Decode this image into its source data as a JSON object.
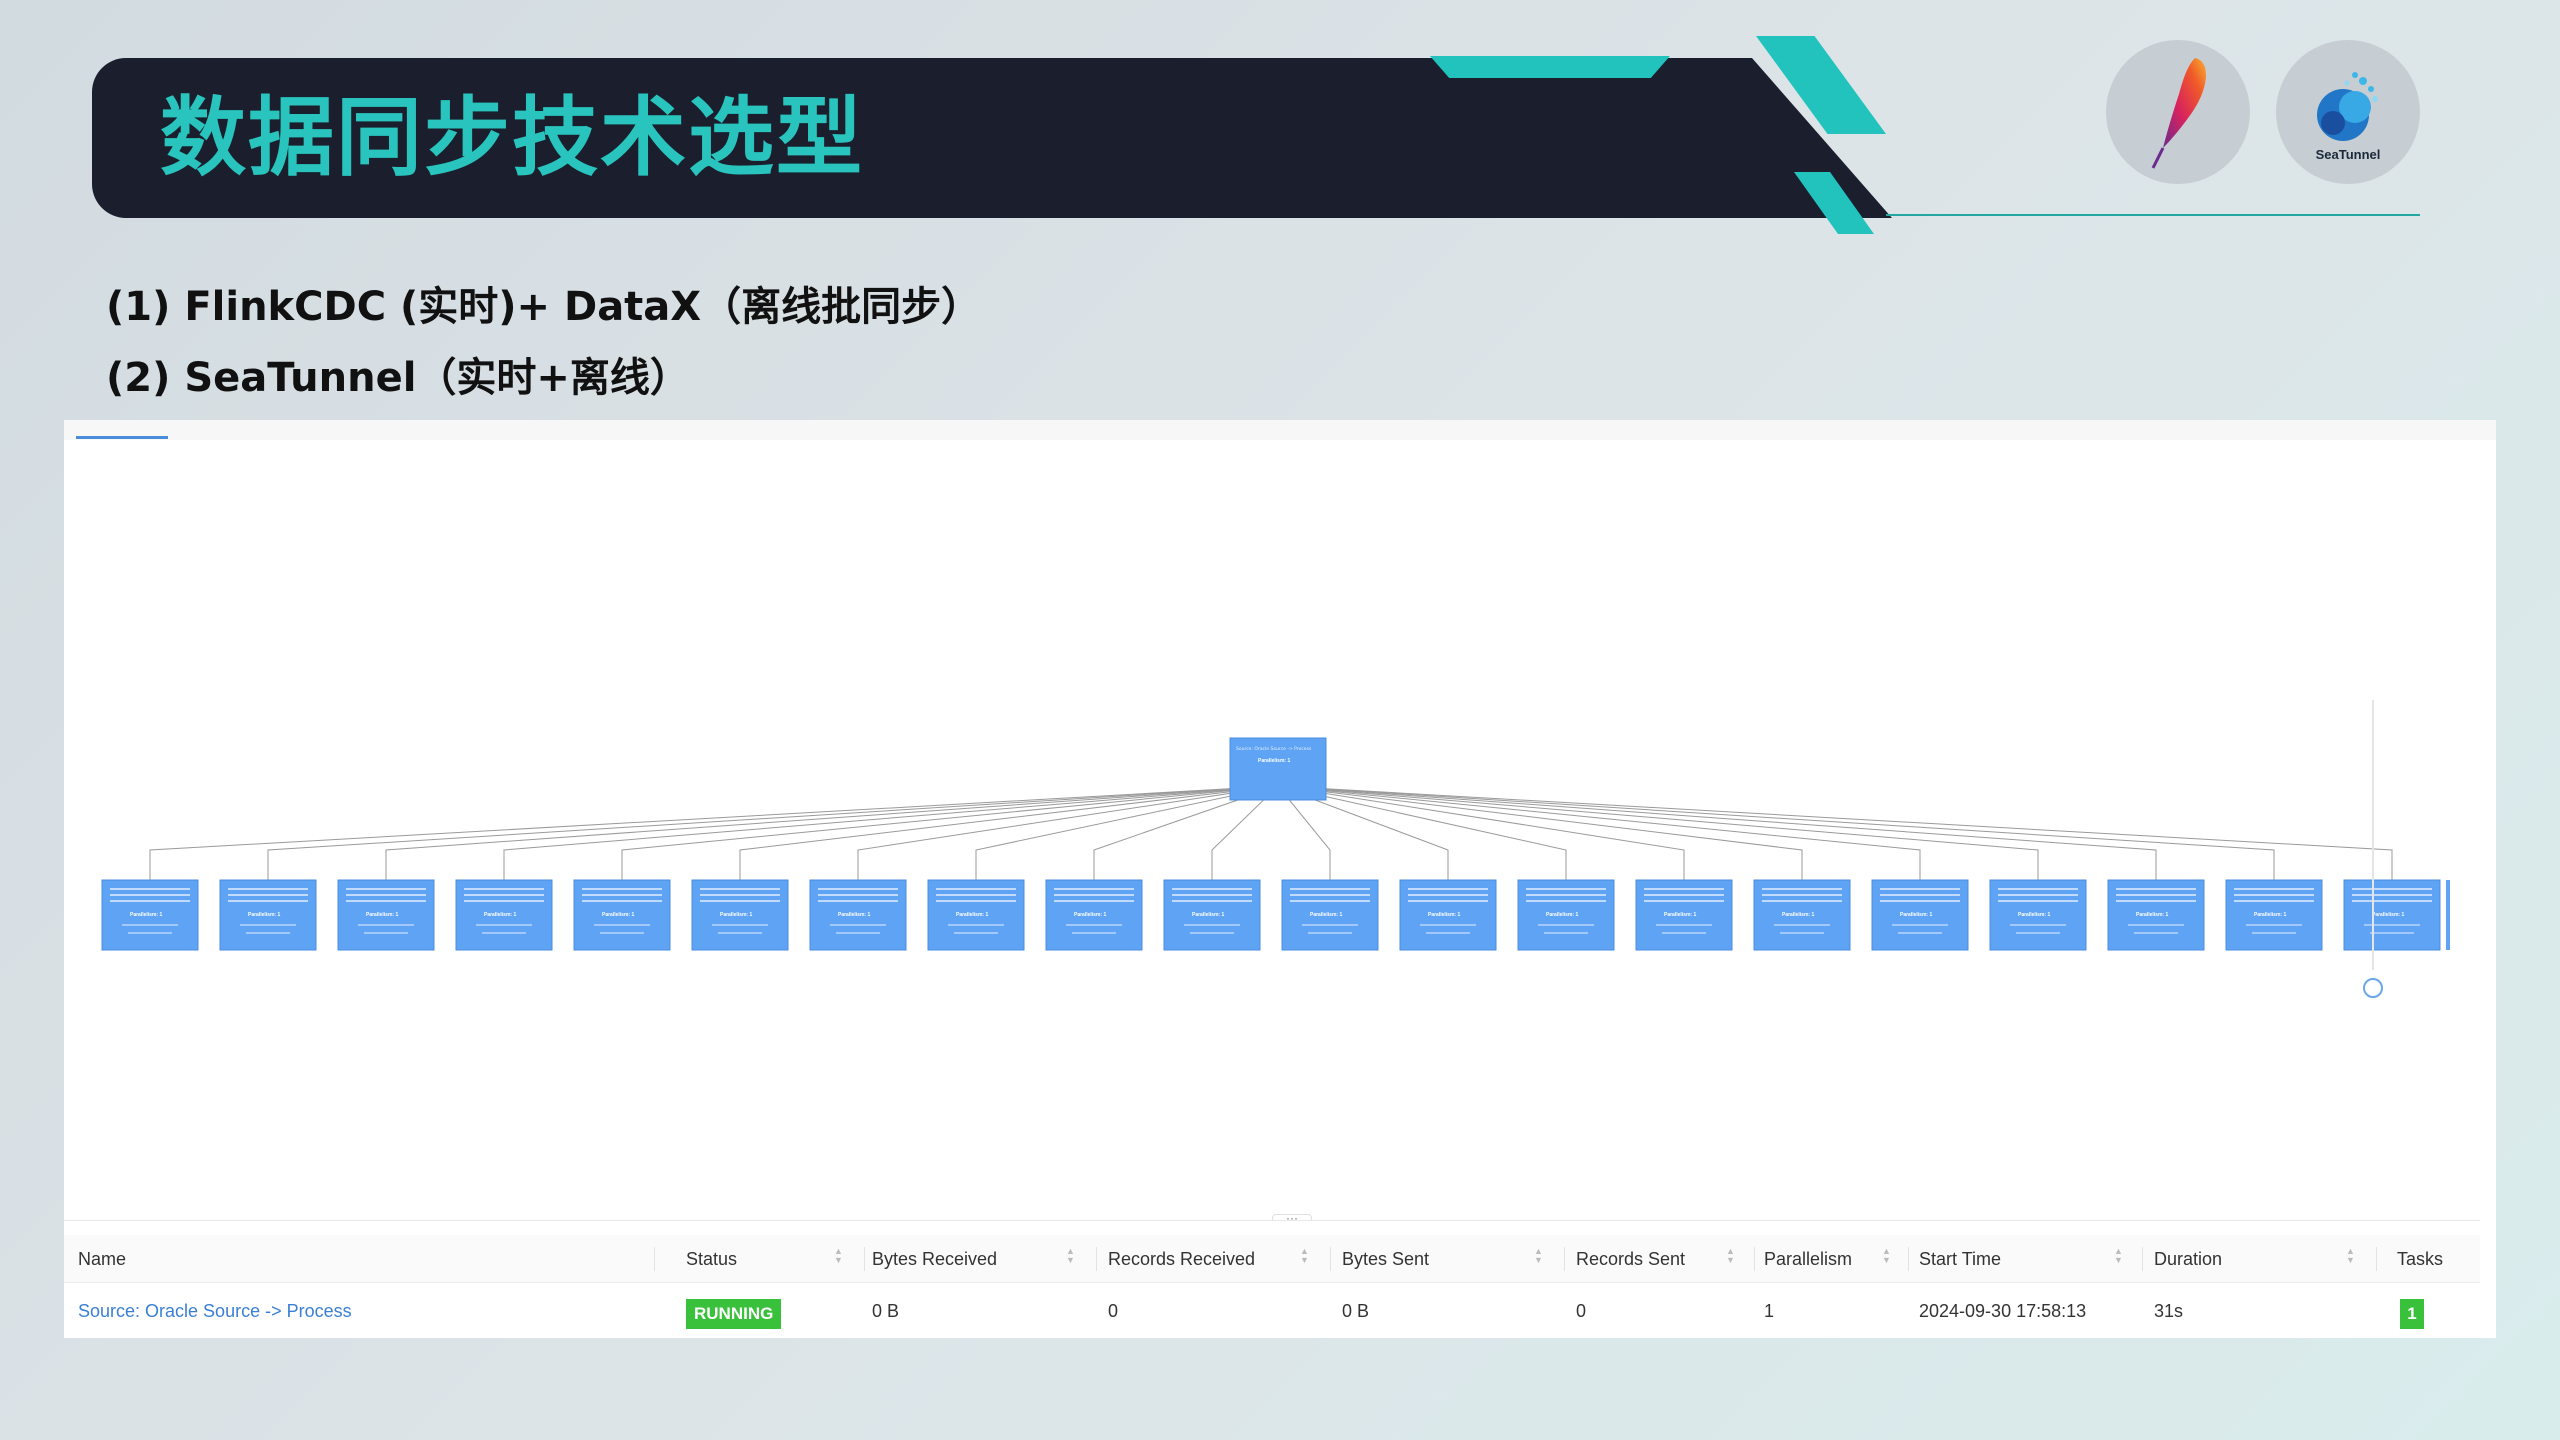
{
  "slide": {
    "title": "数据同步技术选型",
    "line1": "(1) FlinkCDC (实时)+ DataX（离线批同步）",
    "line2": "(2) SeaTunnel（实时+离线）",
    "logos": [
      {
        "name": "apache-feather-icon"
      },
      {
        "name": "seatunnel-logo",
        "label": "SeaTunnel"
      }
    ],
    "colors": {
      "accent": "#22c3bd",
      "banner": "#1b1f2d",
      "node": "#5fa3f5",
      "badge": "#39c13b",
      "link": "#3a7fd5"
    }
  },
  "job_graph": {
    "root": {
      "title": "Source: Oracle Source -> Process",
      "parallelism": "Parallelism: 1"
    },
    "child_count": 20,
    "child_parallelism": "Parallelism: 1"
  },
  "table": {
    "columns": [
      "Name",
      "Status",
      "Bytes Received",
      "Records Received",
      "Bytes Sent",
      "Records Sent",
      "Parallelism",
      "Start Time",
      "Duration",
      "Tasks"
    ],
    "rows": [
      {
        "name": "Source: Oracle Source -> Process",
        "status": "RUNNING",
        "bytes_received": "0 B",
        "records_received": "0",
        "bytes_sent": "0 B",
        "records_sent": "0",
        "parallelism": "1",
        "start_time": "2024-09-30 17:58:13",
        "duration": "31s",
        "tasks": "1"
      }
    ]
  }
}
